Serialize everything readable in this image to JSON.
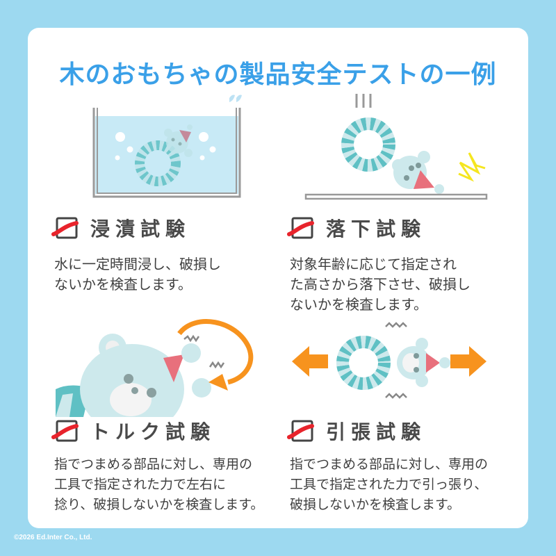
{
  "title": "木のおもちゃの製品安全テストの一例",
  "colors": {
    "background": "#9dd9f0",
    "card": "#ffffff",
    "title": "#3aa0e8",
    "water": "#c8eaf6",
    "tank": "#999999",
    "ring_dark": "#5fc0c4",
    "ring_light": "#cde9ec",
    "bear": "#cde9ec",
    "hat": "#e8707c",
    "arrow": "#f7931e",
    "impact": "#f5e620",
    "check": "#e8242c",
    "text": "#3f3f3f"
  },
  "sections": [
    {
      "title": "浸漬試験",
      "description": "水に一定時間浸し、破損し\nないかを検査します。",
      "illustration": "toy-in-water-tank"
    },
    {
      "title": "落下試験",
      "description": "対象年齢に応じて指定され\nた高さから落下させ、破損し\nないかを検査します。",
      "illustration": "toy-dropping-on-floor"
    },
    {
      "title": "トルク試験",
      "description": "指でつまめる部品に対し、専用の\n工具で指定された力で左右に\n捻り、破損しないかを検査します。",
      "illustration": "toy-twisted-with-arrow"
    },
    {
      "title": "引張試験",
      "description": "指でつまめる部品に対し、専用の\n工具で指定された力で引っ張り、\n破損しないかを検査します。",
      "illustration": "toy-pulled-both-directions"
    }
  ],
  "icons": {
    "section_marker": "checkbox-checked-icon"
  },
  "copyright": "©2026  Ed.Inter Co., Ltd."
}
